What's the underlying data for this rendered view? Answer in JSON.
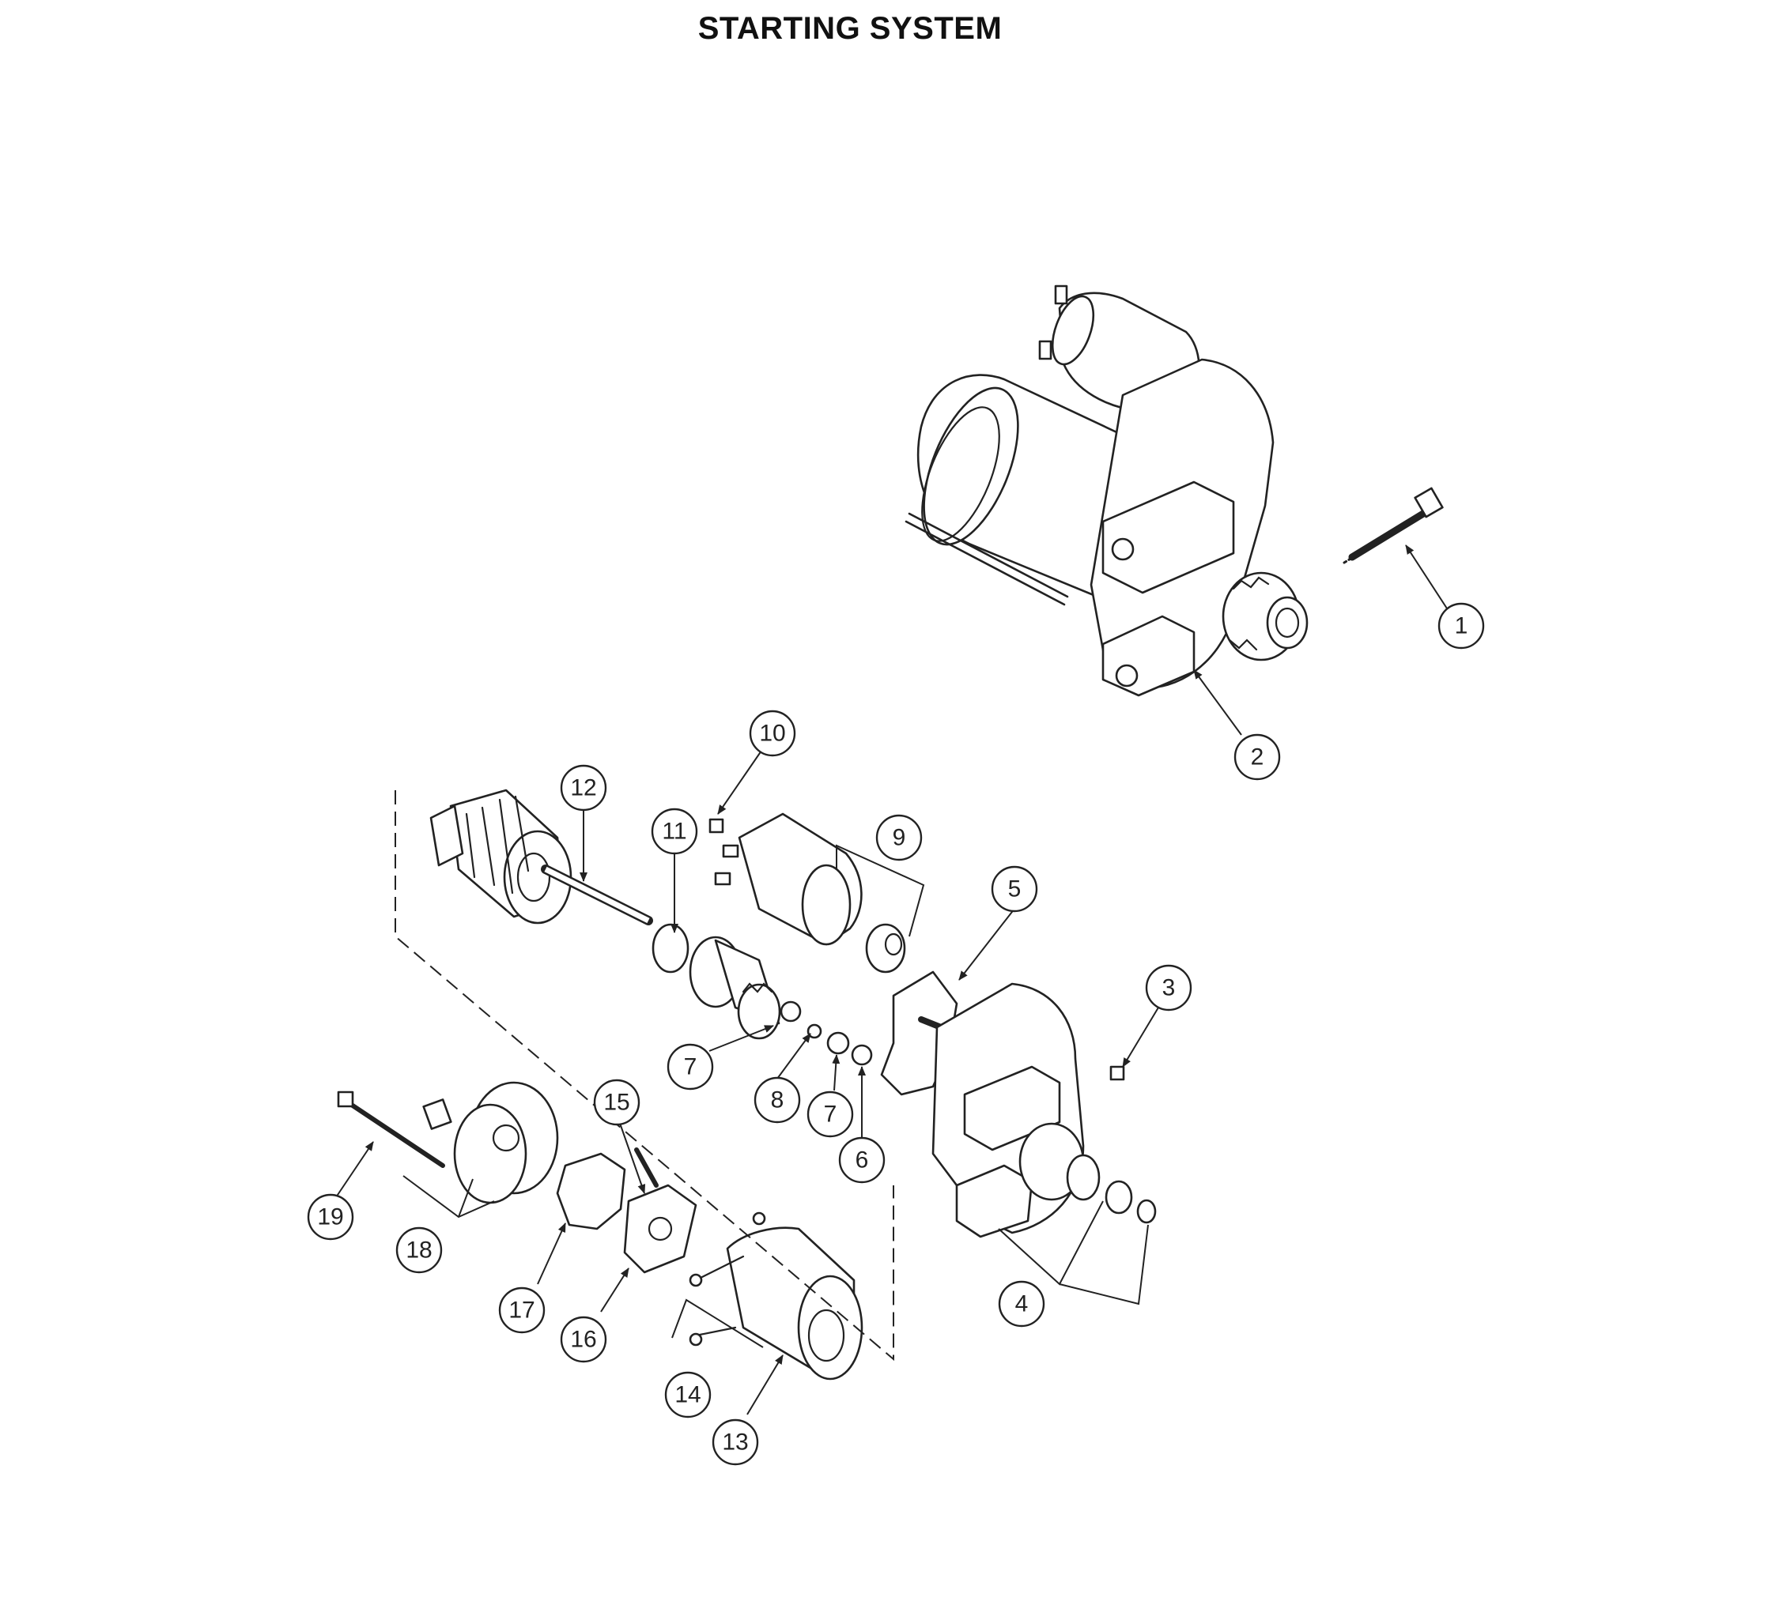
{
  "title": "STARTING SYSTEM",
  "callouts": [
    {
      "number": "1"
    },
    {
      "number": "2"
    },
    {
      "number": "3"
    },
    {
      "number": "4"
    },
    {
      "number": "5"
    },
    {
      "number": "6"
    },
    {
      "number": "7"
    },
    {
      "number": "7"
    },
    {
      "number": "8"
    },
    {
      "number": "9"
    },
    {
      "number": "10"
    },
    {
      "number": "11"
    },
    {
      "number": "12"
    },
    {
      "number": "13"
    },
    {
      "number": "14"
    },
    {
      "number": "15"
    },
    {
      "number": "16"
    },
    {
      "number": "17"
    },
    {
      "number": "18"
    },
    {
      "number": "19"
    }
  ]
}
